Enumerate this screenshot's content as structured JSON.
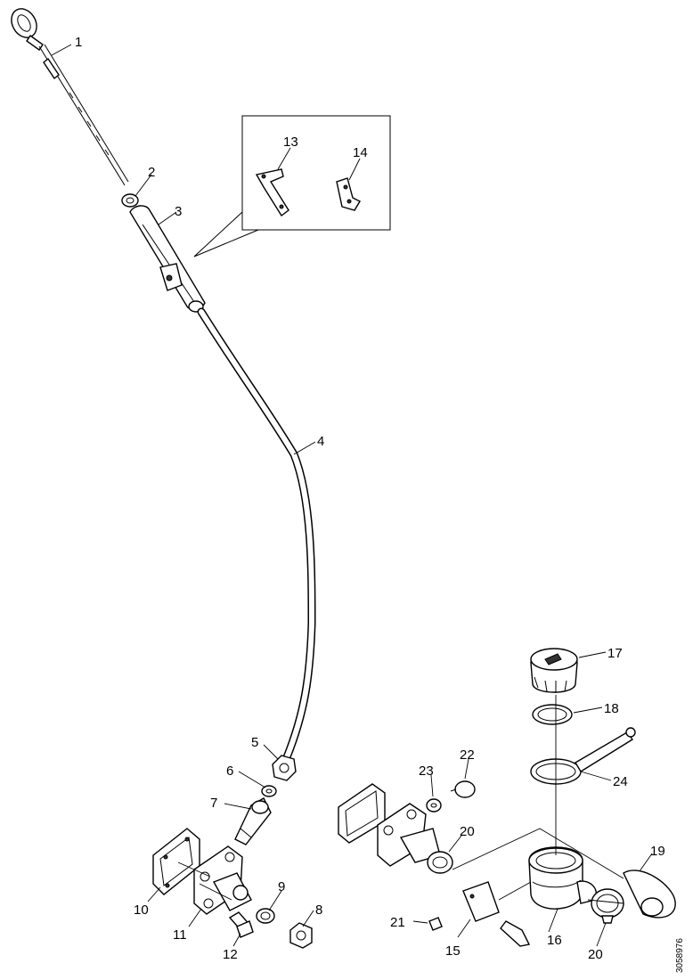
{
  "diagram": {
    "labels": {
      "p1": "1",
      "p2": "2",
      "p3": "3",
      "p4": "4",
      "p5": "5",
      "p6": "6",
      "p7": "7",
      "p8": "8",
      "p9": "9",
      "p10": "10",
      "p11": "11",
      "p12": "12",
      "p13": "13",
      "p14": "14",
      "p15": "15",
      "p16": "16",
      "p17": "17",
      "p18": "18",
      "p19": "19",
      "p20a": "20",
      "p20b": "20",
      "p21": "21",
      "p22": "22",
      "p23": "23",
      "p24": "24"
    },
    "reference_code": "3058976"
  }
}
